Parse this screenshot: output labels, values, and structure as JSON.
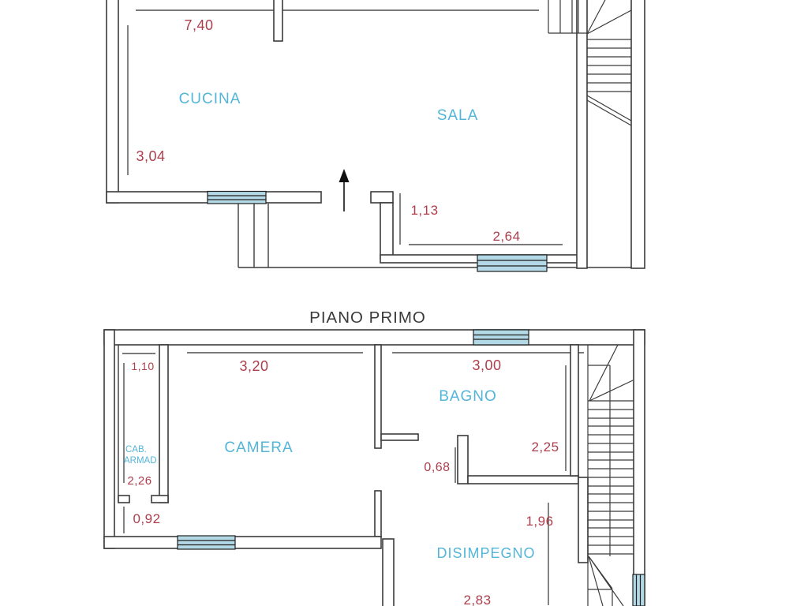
{
  "colors": {
    "dimension_text": "#ad3e4c",
    "room_label_text": "#53b5d8",
    "title_text": "#3a3a3a",
    "wall_line": "#3b3b3b",
    "window_fill": "#b3d9e6"
  },
  "upper_floor": {
    "rooms": {
      "cucina": "CUCINA",
      "sala": "SALA"
    },
    "dimensions": {
      "cucina_width": "7,40",
      "cucina_depth": "3,04",
      "recess_depth": "1,13",
      "window_width": "2,64"
    }
  },
  "lower_floor": {
    "title": "PIANO PRIMO",
    "rooms": {
      "camera": "CAMERA",
      "bagno": "BAGNO",
      "disimpegno": "DISIMPEGNO",
      "cab_armadio_line1": "CAB.",
      "cab_armadio_line2": "ARMAD"
    },
    "dimensions": {
      "cabina_width": "1,10",
      "cabina_depth": "2,26",
      "camera_width": "3,20",
      "camera_door_width": "0,92",
      "bagno_width": "3,00",
      "bagno_depth": "2,25",
      "bagno_door_width": "0,68",
      "disimpegno_depth": "1,96",
      "disimpegno_width": "2,83"
    }
  }
}
